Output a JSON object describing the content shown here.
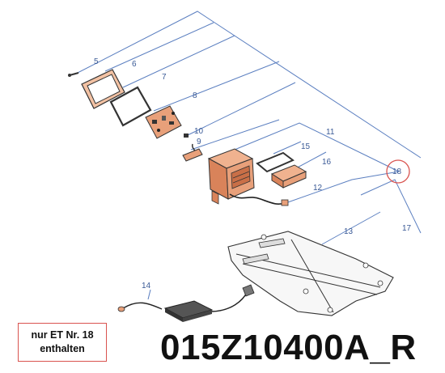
{
  "callouts": [
    {
      "id": "5",
      "label": "5"
    },
    {
      "id": "6",
      "label": "6"
    },
    {
      "id": "7",
      "label": "7"
    },
    {
      "id": "8",
      "label": "8"
    },
    {
      "id": "9",
      "label": "9"
    },
    {
      "id": "10",
      "label": "10"
    },
    {
      "id": "11",
      "label": "11"
    },
    {
      "id": "12",
      "label": "12"
    },
    {
      "id": "13",
      "label": "13"
    },
    {
      "id": "14",
      "label": "14"
    },
    {
      "id": "15",
      "label": "15"
    },
    {
      "id": "16",
      "label": "16"
    },
    {
      "id": "17",
      "label": "17"
    },
    {
      "id": "18",
      "label": "18"
    }
  ],
  "highlight_callout": "18",
  "highlight_color": "#d9534f",
  "notice": {
    "line1": "nur ET Nr. 18",
    "line2": "enthalten"
  },
  "part_number": "015Z10400A_R",
  "colors": {
    "part_fill": "#e8a07a",
    "leader": "#5b7fc0",
    "text": "#111111"
  }
}
